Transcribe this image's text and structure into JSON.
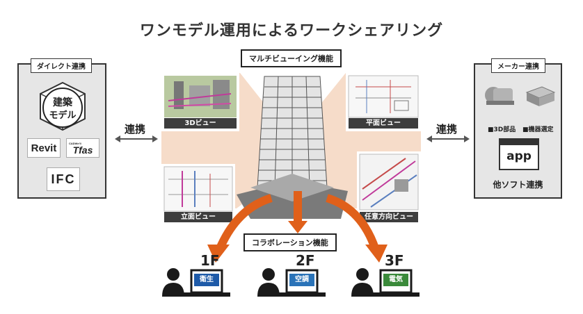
{
  "title": "ワンモデル運用によるワークシェアリング",
  "left_panel": {
    "label": "ダイレクト連携",
    "model_line1": "建築",
    "model_line2": "モデル",
    "revit": "Revit",
    "tfas_prefix": "CADWe'll",
    "tfas": "Tfas",
    "ifc": "IFC"
  },
  "right_panel": {
    "label": "メーカー連携",
    "parts_3d": "■3D部品",
    "equipment": "■機器選定",
    "app": "app",
    "other_software": "他ソフト連携"
  },
  "link_left": "連携",
  "link_right": "連携",
  "multi_view_label": "マルチビューイング機能",
  "collab_label": "コラボレーション機能",
  "views": {
    "view_3d": "3Dビュー",
    "plan": "平面ビュー",
    "elevation": "立面ビュー",
    "arbitrary": "任意方向ビュー"
  },
  "floors": [
    {
      "label": "1F",
      "badge": "衛生",
      "color": "#1e5aa8"
    },
    {
      "label": "2F",
      "badge": "空調",
      "color": "#2a73b8"
    },
    {
      "label": "3F",
      "badge": "電気",
      "color": "#3a8a3a"
    }
  ],
  "colors": {
    "accent_orange": "#e0601a",
    "peach": "#f2c6a8",
    "dark": "#333333"
  }
}
